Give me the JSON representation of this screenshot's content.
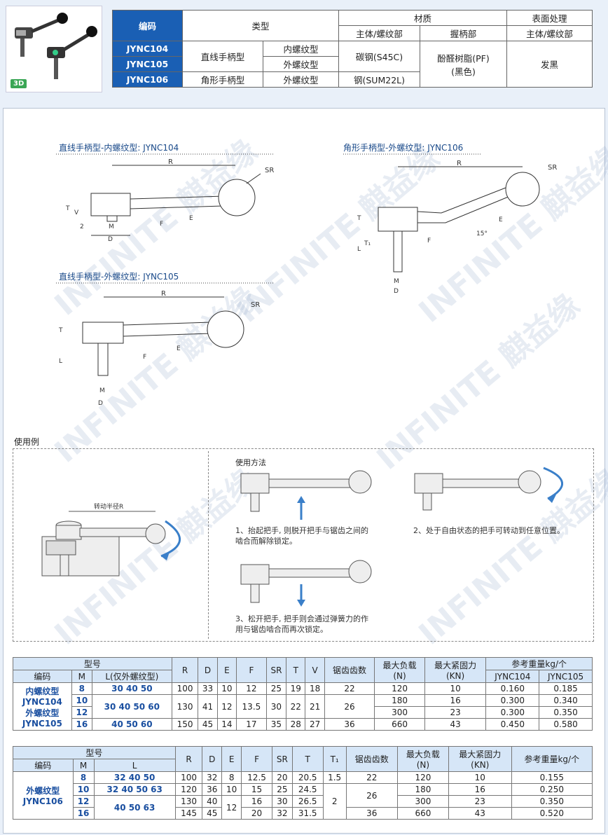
{
  "badge": "3D",
  "spec": {
    "h_code": "编码",
    "h_type": "类型",
    "h_material": "材质",
    "h_surface": "表面处理",
    "h_body": "主体/螺纹部",
    "h_grip": "握柄部",
    "h_body2": "主体/螺纹部",
    "r1_code": "JYNC104",
    "r2_code": "JYNC105",
    "r3_code": "JYNC106",
    "straight": "直线手柄型",
    "angle": "角形手柄型",
    "inner": "内螺纹型",
    "outer1": "外螺纹型",
    "outer2": "外螺纹型",
    "mat1": "碳钢(S45C)",
    "mat2": "钢(SUM22L)",
    "grip": "酚醛树脂(PF)",
    "grip2": "(黑色)",
    "surface": "发黑"
  },
  "diagrams": {
    "d1": "直线手柄型-内螺纹型: JYNC104",
    "d2": "直线手柄型-外螺纹型: JYNC105",
    "d3": "角形手柄型-外螺纹型: JYNC106"
  },
  "usage": {
    "title": "使用例",
    "method": "使用方法",
    "radius": "转动半径R",
    "s1a": "1、抬起把手, 则脱开把手与锯齿之间的",
    "s1b": "啮合而解除锁定。",
    "s2": "2、处于自由状态的把手可转动到任意位置。",
    "s3a": "3、松开把手, 把手则会通过弹簧力的作",
    "s3b": "用与锯齿啮合而再次锁定。"
  },
  "t1": {
    "h_model": "型号",
    "h_code": "编码",
    "h_M": "M",
    "h_L": "L(仅外螺纹型)",
    "cols": [
      "R",
      "D",
      "E",
      "F",
      "SR",
      "T",
      "V"
    ],
    "h_teeth": "锯齿齿数",
    "h_load": "最大负载",
    "h_load_u": "(N)",
    "h_force": "最大紧固力",
    "h_force_u": "(KN)",
    "h_weight": "参考重量kg/个",
    "w1": "JYNC104",
    "w2": "JYNC105",
    "code_a": "内螺纹型",
    "code_b": "JYNC104",
    "code_c": "外螺纹型",
    "code_d": "JYNC105",
    "rows": [
      {
        "M": "8",
        "L": "30  40  50",
        "R": "100",
        "D": "33",
        "E": "10",
        "F": "12",
        "SR": "25",
        "T": "19",
        "V": "18",
        "teeth": "22",
        "load": "120",
        "force": "10",
        "w1": "0.160",
        "w2": "0.185"
      },
      {
        "M": "10",
        "L": "30  40  50  60",
        "R": "130",
        "D": "41",
        "E": "12",
        "F": "13.5",
        "SR": "30",
        "T": "22",
        "V": "21",
        "teeth": "26",
        "load": "180",
        "force": "16",
        "w1": "0.300",
        "w2": "0.340"
      },
      {
        "M": "12",
        "load": "300",
        "force": "23",
        "w1": "0.300",
        "w2": "0.350"
      },
      {
        "M": "16",
        "L": "40  50  60",
        "R": "150",
        "D": "45",
        "E": "14",
        "F": "17",
        "SR": "35",
        "T": "28",
        "V": "27",
        "teeth": "36",
        "load": "660",
        "force": "43",
        "w1": "0.450",
        "w2": "0.580"
      }
    ]
  },
  "t2": {
    "h_model": "型号",
    "h_code": "编码",
    "h_M": "M",
    "h_L": "L",
    "cols": [
      "R",
      "D",
      "E",
      "F",
      "SR",
      "T",
      "T₁"
    ],
    "h_teeth": "锯齿齿数",
    "h_load": "最大负载",
    "h_load_u": "(N)",
    "h_force": "最大紧固力",
    "h_force_u": "(KN)",
    "h_weight": "参考重量kg/个",
    "code_a": "外螺纹型",
    "code_b": "JYNC106",
    "rows": [
      {
        "M": "8",
        "L": "32  40  50",
        "R": "100",
        "D": "32",
        "E": "8",
        "F": "12.5",
        "SR": "20",
        "T": "20.5",
        "T1": "1.5",
        "teeth": "22",
        "load": "120",
        "force": "10",
        "w": "0.155"
      },
      {
        "M": "10",
        "L": "32  40  50  63",
        "R": "120",
        "D": "36",
        "E": "10",
        "F": "15",
        "SR": "25",
        "T": "24.5",
        "teeth": "26",
        "load": "180",
        "force": "16",
        "w": "0.250"
      },
      {
        "M": "12",
        "L": "40  50  63",
        "R": "130",
        "D": "40",
        "E": "12",
        "F": "16",
        "SR": "30",
        "T": "26.5",
        "T1": "2",
        "load": "300",
        "force": "23",
        "w": "0.350"
      },
      {
        "M": "16",
        "R": "145",
        "D": "45",
        "F": "20",
        "SR": "32",
        "T": "31.5",
        "teeth": "36",
        "load": "660",
        "force": "43",
        "w": "0.520"
      }
    ]
  },
  "watermark": "INFINITE 麒益缘"
}
